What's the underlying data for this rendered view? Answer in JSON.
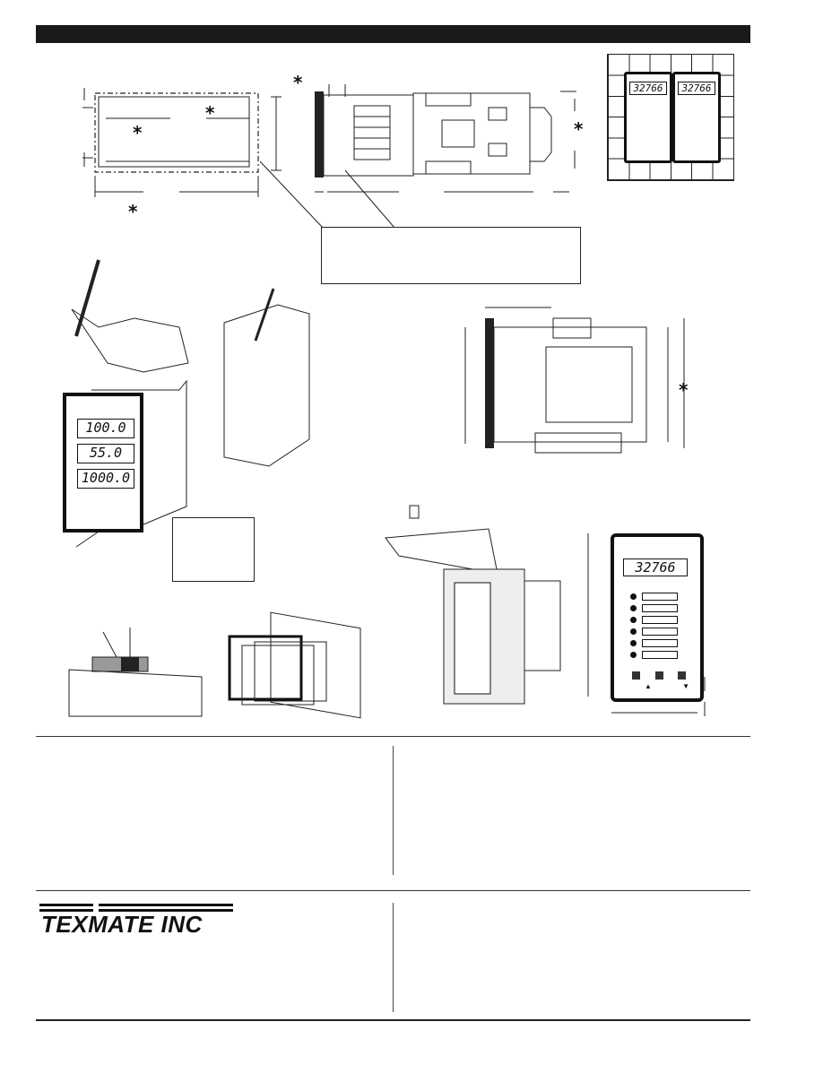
{
  "header": {
    "bar_color": "#1a1a1a"
  },
  "dimension_marks": {
    "asterisk": "*"
  },
  "meters": {
    "dual_small_reading_left": "32766",
    "dual_small_reading_right": "32766",
    "triple_display": [
      "100.0",
      "55.0",
      "1000.0"
    ],
    "front_panel_reading": "32766",
    "front_panel_keys": [
      "▲",
      "▼"
    ]
  },
  "brand": {
    "logo_text": "TEXMATE INC"
  },
  "icons": [
    "asterisk-icon",
    "up-arrow-icon",
    "down-arrow-icon"
  ]
}
